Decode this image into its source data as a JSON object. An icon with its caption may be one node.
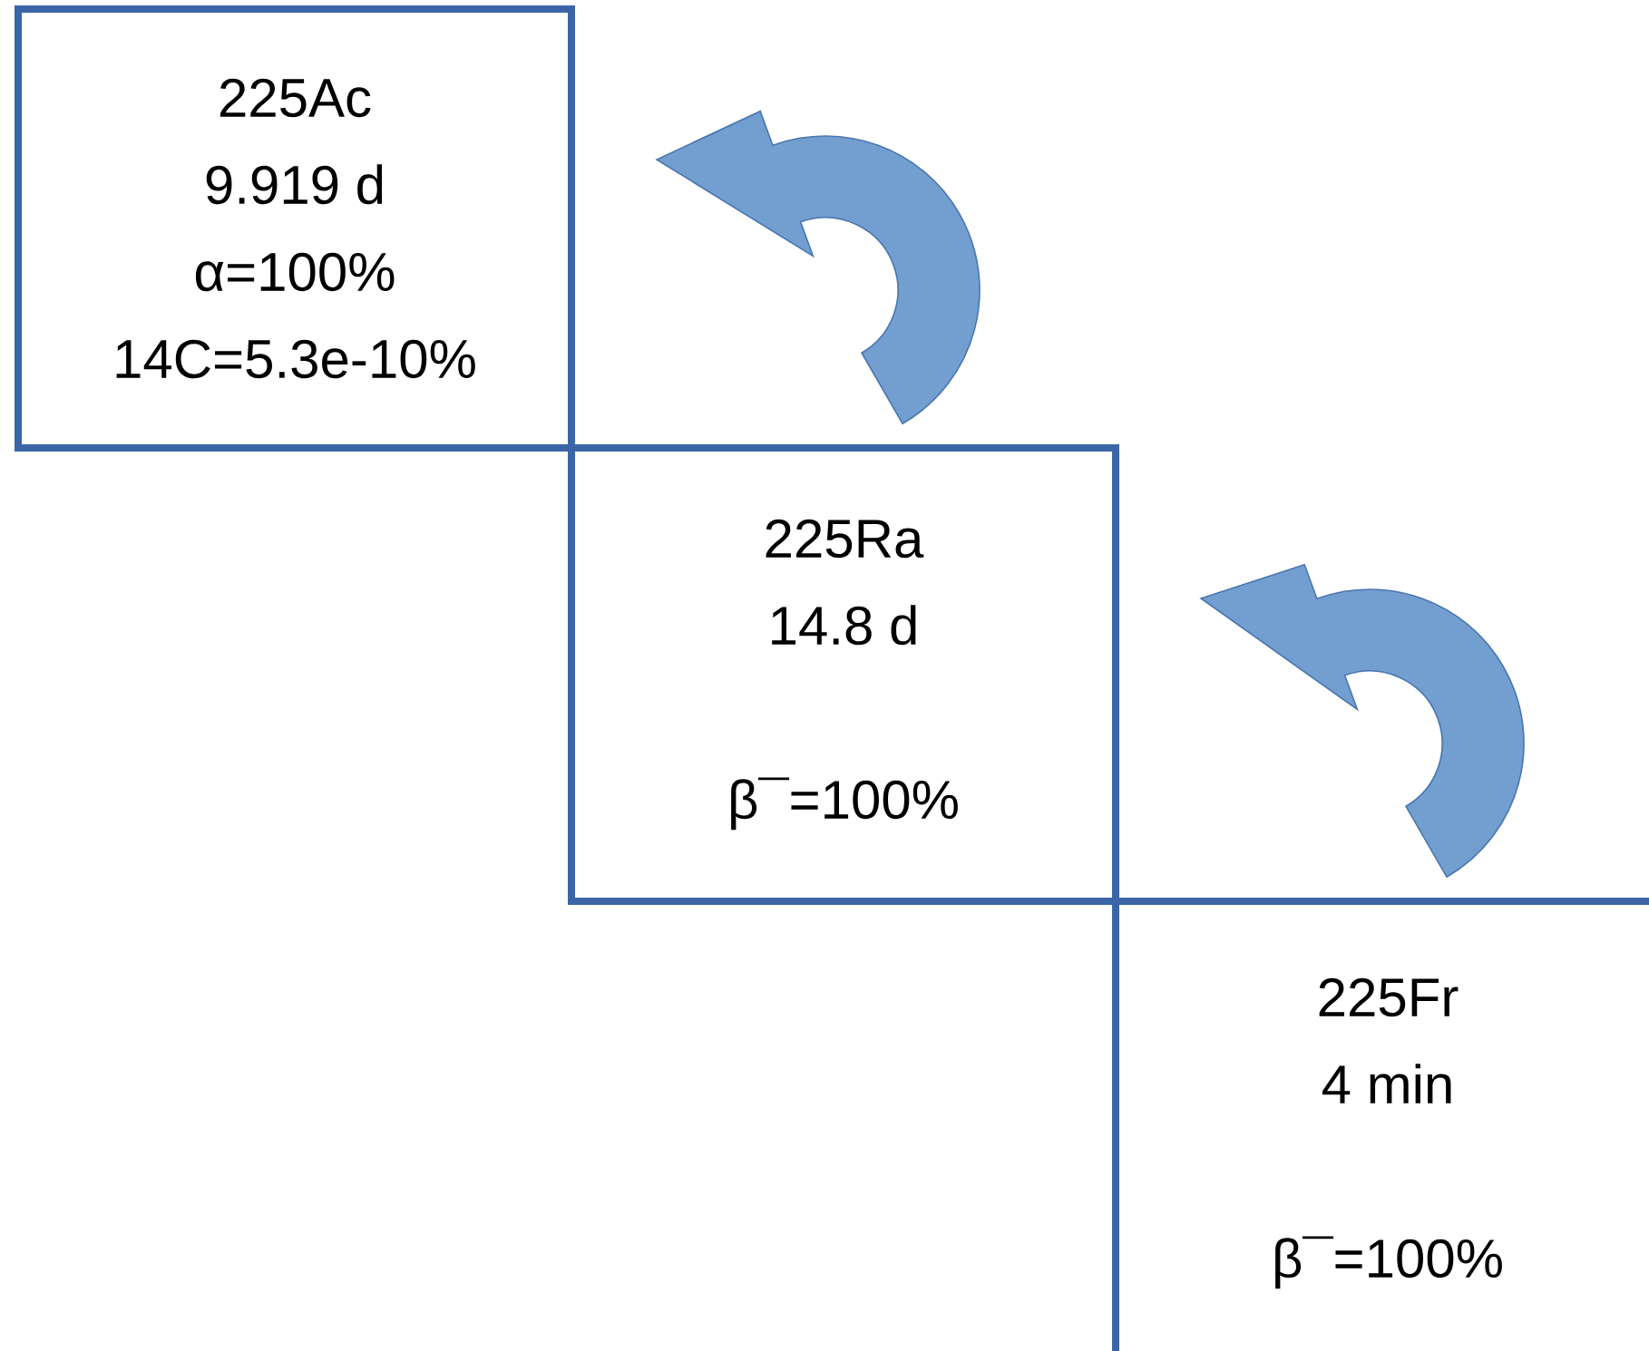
{
  "diagram": {
    "nodes": [
      {
        "text": [
          "225Ac",
          "9.919 d",
          "α=100%",
          "14C=5.3e-10%"
        ]
      },
      {
        "text": [
          "225Ra",
          "14.8 d",
          "β¯=100%"
        ]
      },
      {
        "text": [
          "225Fr",
          "4 min",
          "β¯=100%"
        ]
      }
    ],
    "edges": [
      {
        "from": 2,
        "to": 1,
        "arrow": "to"
      },
      {
        "from": 1,
        "to": 0,
        "arrow": "to"
      }
    ]
  }
}
